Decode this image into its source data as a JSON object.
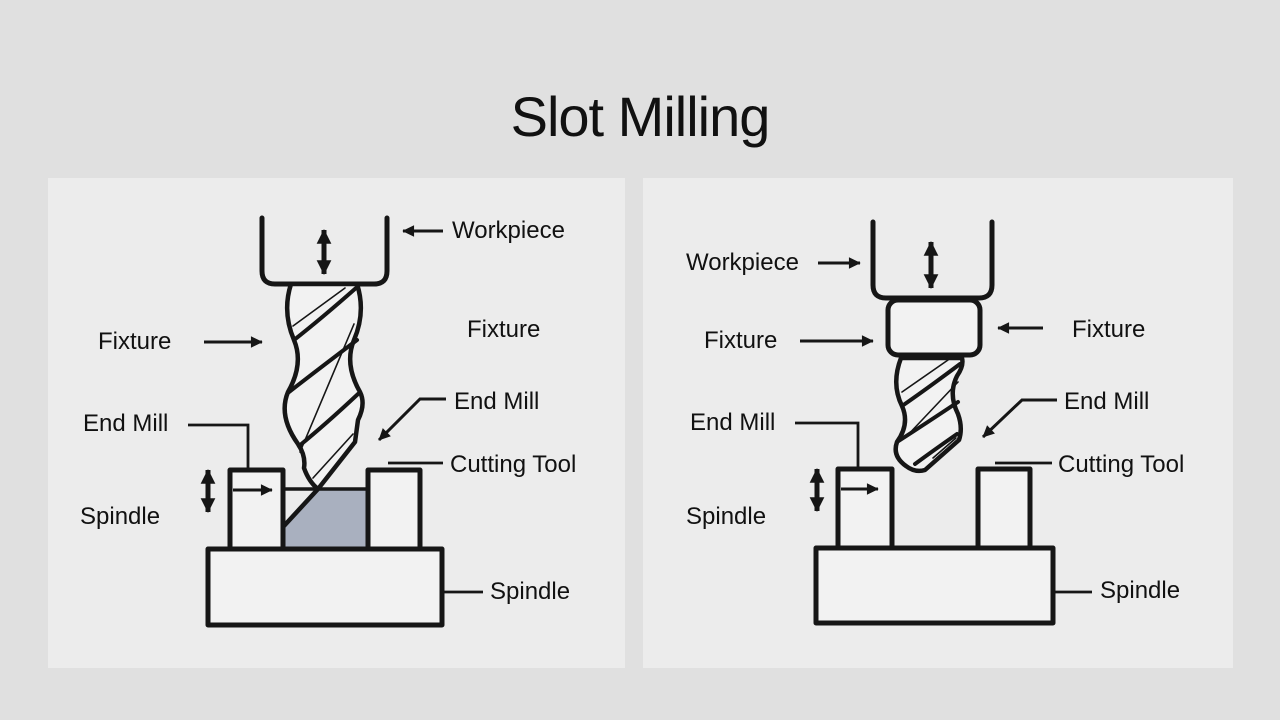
{
  "title": "Slot Milling",
  "colors": {
    "background": "#e0e0e0",
    "panel": "#ececec",
    "line": "#161616",
    "shape_fill": "#f2f2f2",
    "slot_fill": "#a9b0bf",
    "text": "#111111"
  },
  "left_diagram": {
    "labels": {
      "workpiece": "Workpiece",
      "fixture_left": "Fixture",
      "fixture_right": "Fixture",
      "end_mill_left": "End Mill",
      "end_mill_right": "End Mill",
      "cutting_tool": "Cutting Tool",
      "spindle_left": "Spindle",
      "spindle_bottom": "Spindle"
    }
  },
  "right_diagram": {
    "labels": {
      "workpiece": "Workpiece",
      "fixture_left": "Fixture",
      "fixture_right": "Fixture",
      "end_mill_left": "End Mill",
      "end_mill_right": "End Mill",
      "cutting_tool": "Cutting Tool",
      "spindle_left": "Spindle",
      "spindle_bottom": "Spindle"
    }
  }
}
